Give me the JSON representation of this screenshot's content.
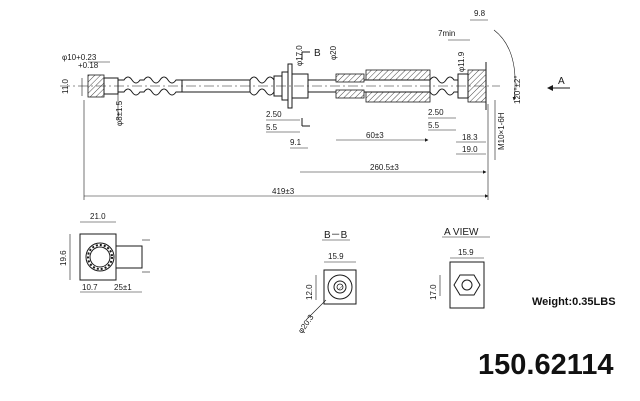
{
  "drawing": {
    "dims": {
      "d_left_fitting": "φ10+0.23",
      "d_left_fitting_tol": "+0.18",
      "h_left": "11.0",
      "d_small": "φ8±1.5",
      "d17": "φ17.0",
      "d20": "φ20",
      "d11_9": "φ11.9",
      "seven_min": "7min",
      "nine_eight": "9.8",
      "angle": "120°±2°",
      "thread": "M10×1-6H",
      "l2_50a": "2.50",
      "l5_5a": "5.5",
      "l9_1": "9.1",
      "l60": "60±3",
      "l2_50b": "2.50",
      "l5_5b": "5.5",
      "l18_3": "18.3",
      "l19_0": "19.0",
      "l260": "260.5±3",
      "l419": "419±3",
      "l21": "21.0",
      "l19_6": "19.6",
      "l10_7": "10.7",
      "l25": "25±1",
      "bb15_9": "15.9",
      "bb12": "12.0",
      "bb20_3": "φ20.3",
      "av15_9": "15.9",
      "av17": "17.0"
    },
    "labels": {
      "section_b": "B",
      "view_a_arrow": "A",
      "section_bb_title": "B－B",
      "a_view_title": "A VIEW"
    }
  },
  "weight": "Weight:0.35LBS",
  "part_number": "150.62114"
}
